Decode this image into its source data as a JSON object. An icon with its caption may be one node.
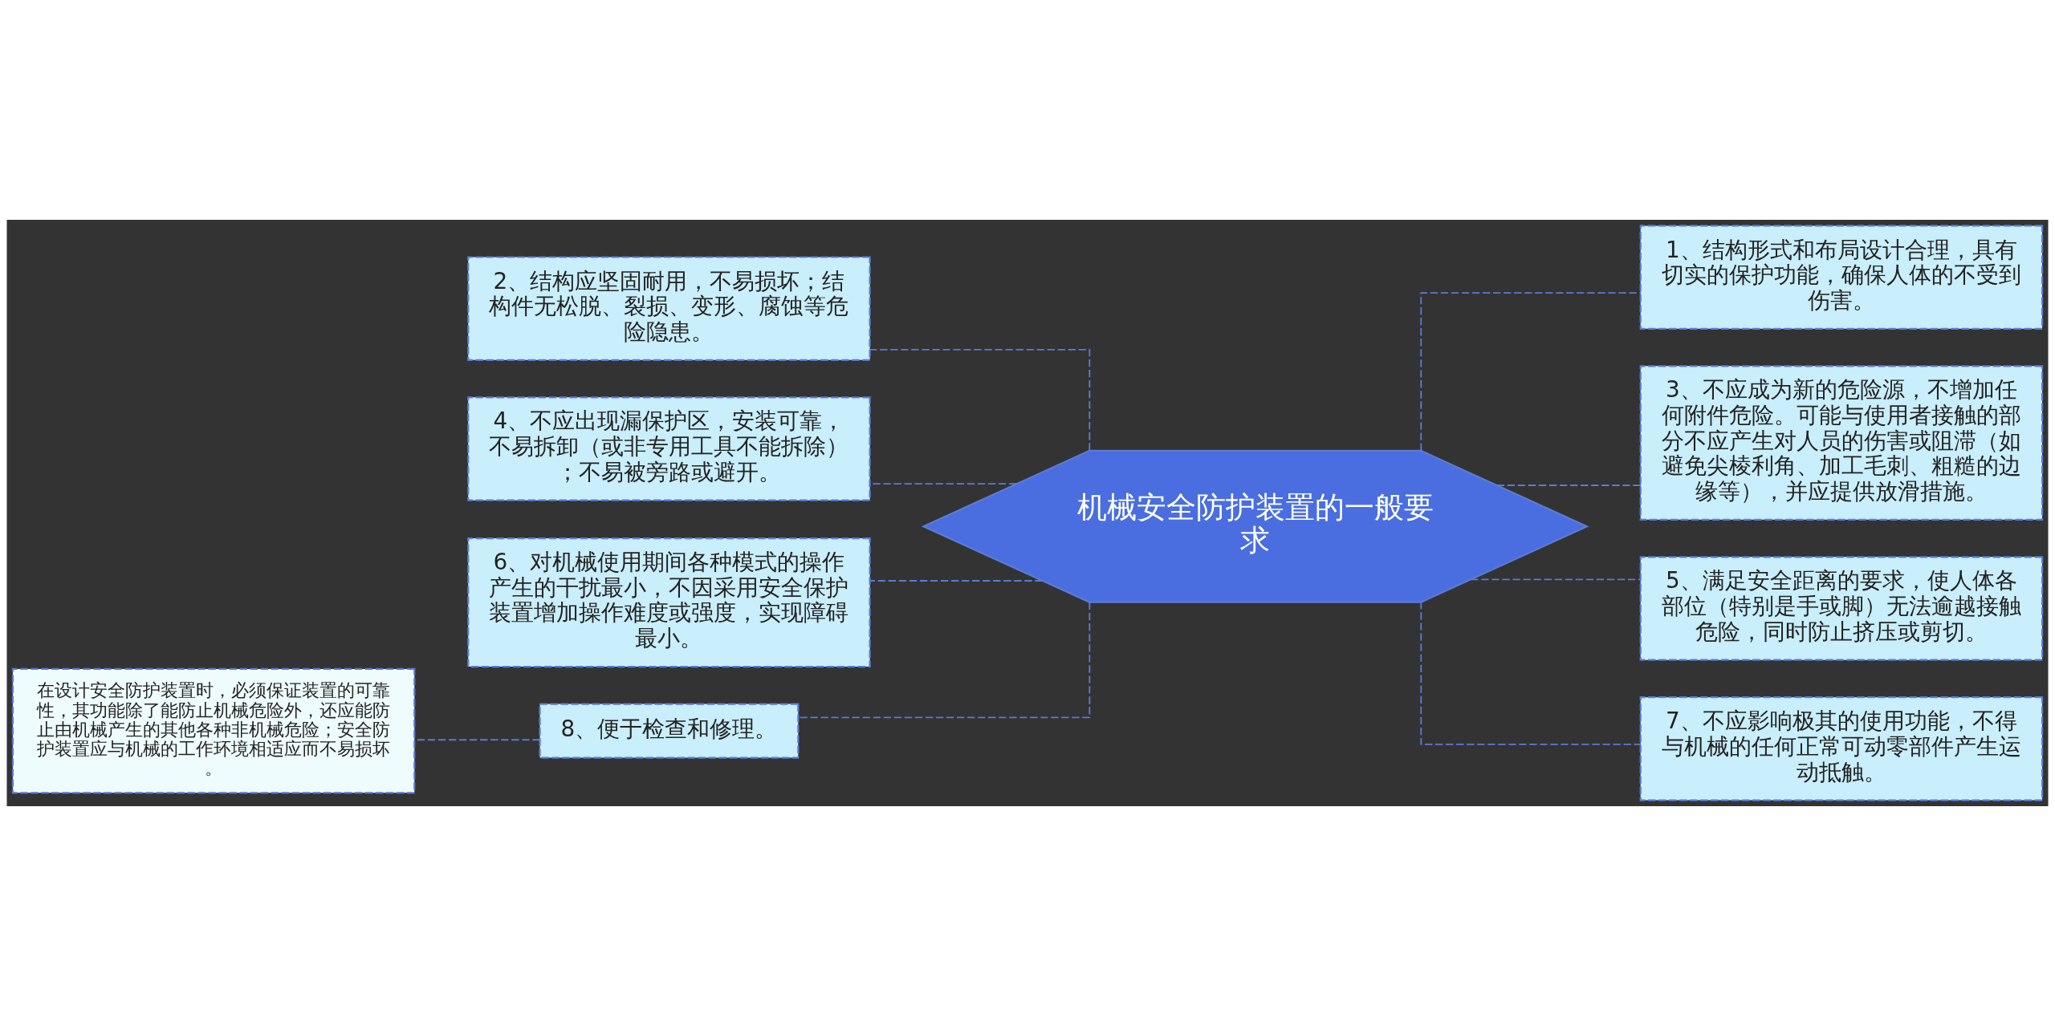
{
  "diagram": {
    "nodes": [
      {
        "text": [
          "机械安全防护装置的一般要求"
        ]
      },
      {
        "text": [
          "1、结构形式和布局设计合理，具有切实的保护功能，确保人体的不受到伤害。"
        ]
      },
      {
        "text": [
          "3、不应成为新的危险源，不增加任何附件危险。可能与使用者接触的部分不应产生对人员的伤害或阻滞（如避免尖棱利角、加工毛刺、粗糙的边缘等），并应提供放滑措施。"
        ]
      },
      {
        "text": [
          "5、满足安全距离的要求，使人体各部位（特别是手或脚）无法逾越接触危险，同时防止挤压或剪切。"
        ]
      },
      {
        "text": [
          "7、不应影响极其的使用功能，不得与机械的任何正常可动零部件产生运动抵触。"
        ]
      },
      {
        "text": [
          "2、结构应坚固耐用，不易损坏；结构件无松脱、裂损、变形、腐蚀等危险隐患。"
        ]
      },
      {
        "text": [
          "4、不应出现漏保护区，安装可靠，不易拆卸（或非专用工具不能拆除）；不易被旁路或避开。"
        ]
      },
      {
        "text": [
          "6、对机械使用期间各种模式的操作产生的干扰最小，不因采用安全保护装置增加操作难度或强度，实现障碍最小。"
        ]
      },
      {
        "text": [
          "8、便于检查和修理。"
        ]
      },
      {
        "text": [
          "在设计安全防护装置时，必须保证装置的可靠性，其功能除了能防止机械危险外，还应能防止由机械产生的其他各种非机械危险；安全防护装置应与机械的工作环境相适应而不易损坏。"
        ]
      }
    ],
    "edges": [
      {
        "from": 0,
        "to": 1,
        "arrow": "none",
        "style": "dashed"
      },
      {
        "from": 0,
        "to": 2,
        "arrow": "none",
        "style": "dashed"
      },
      {
        "from": 0,
        "to": 3,
        "arrow": "none",
        "style": "dashed"
      },
      {
        "from": 0,
        "to": 4,
        "arrow": "none",
        "style": "dashed"
      },
      {
        "from": 0,
        "to": 5,
        "arrow": "none",
        "style": "dashed"
      },
      {
        "from": 0,
        "to": 6,
        "arrow": "none",
        "style": "dashed"
      },
      {
        "from": 0,
        "to": 7,
        "arrow": "none",
        "style": "dashed"
      },
      {
        "from": 0,
        "to": 8,
        "arrow": "none",
        "style": "dashed"
      },
      {
        "from": 8,
        "to": 9,
        "arrow": "none",
        "style": "dashed"
      }
    ]
  }
}
